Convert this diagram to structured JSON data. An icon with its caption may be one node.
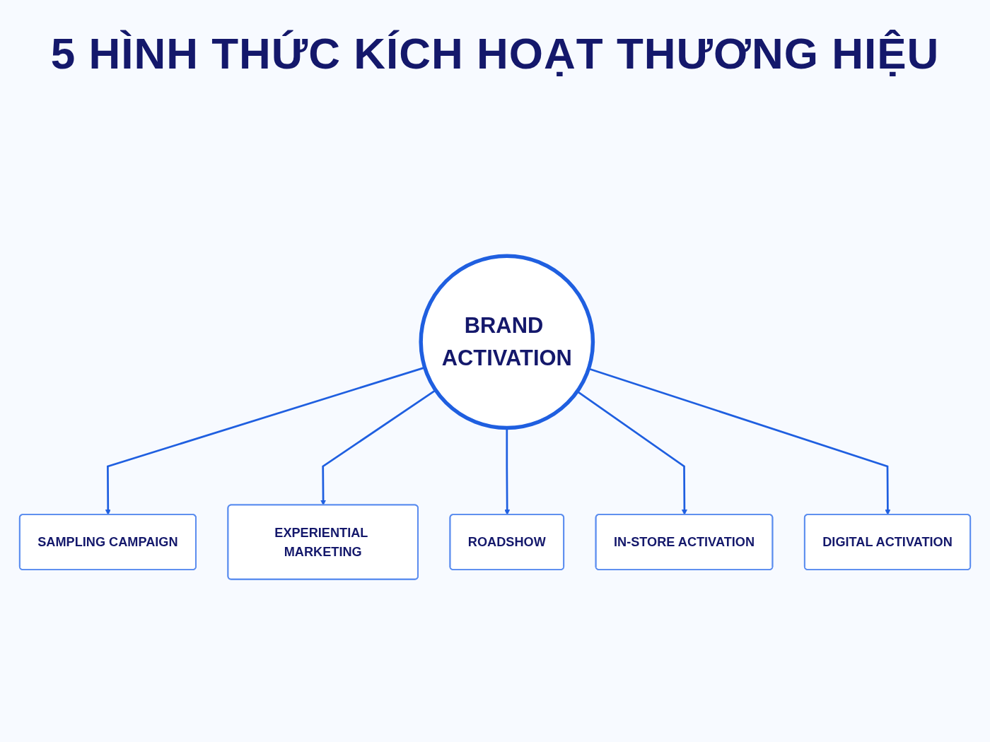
{
  "diagram": {
    "title": "5 HÌNH THỨC KÍCH HOẠT THƯƠNG HIỆU",
    "nodes": [
      {
        "text": [
          "SAMPLING CAMPAIGN"
        ]
      },
      {
        "text": [
          "EXPERIENTIAL MARKETING"
        ]
      },
      {
        "text": [
          "BRAND ACTIVATION"
        ]
      },
      {
        "text": [
          "ROADSHOW"
        ]
      },
      {
        "text": [
          "IN-STORE ACTIVATION"
        ]
      },
      {
        "text": [
          "DIGITAL ACTIVATION"
        ]
      }
    ],
    "edges": [
      {
        "from": 2,
        "to": 0,
        "arrow": "to"
      },
      {
        "from": 2,
        "to": 1,
        "arrow": "to"
      },
      {
        "from": 2,
        "to": 3,
        "arrow": "to"
      },
      {
        "from": 2,
        "to": 4,
        "arrow": "to"
      },
      {
        "from": 2,
        "to": 5,
        "arrow": "to"
      }
    ]
  }
}
